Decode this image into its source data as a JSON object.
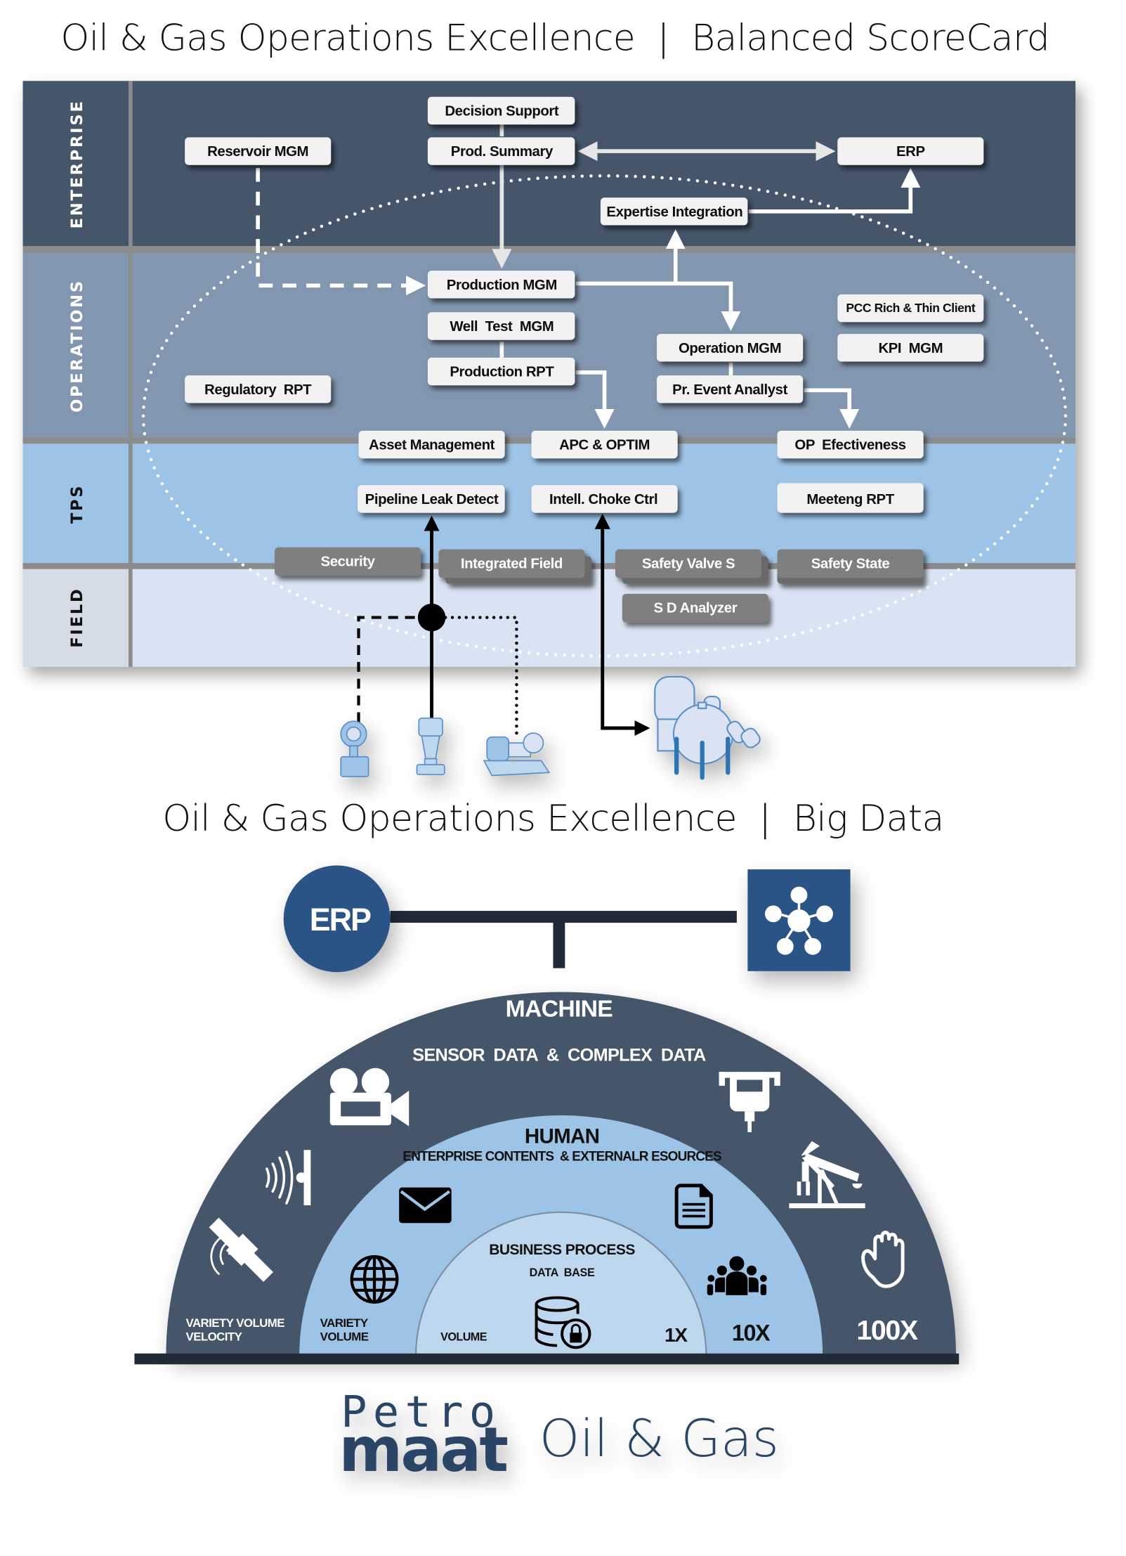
{
  "scorecard": {
    "title": "Oil & Gas Operations Excellence  |  Balanced ScoreCard",
    "colors": {
      "enterprise": "#44546b",
      "operations": "#8296b0",
      "tps": "#9dc3e6",
      "field": "#dae3f3",
      "box": "#f2f2f2",
      "grey_box": "#7f7f7f",
      "divider": "#8c8c8c"
    },
    "lanes": [
      {
        "id": "enterprise",
        "label": "ENTERPRISE",
        "label_color": "#ffffff"
      },
      {
        "id": "operations",
        "label": "OPERATIONS",
        "label_color": "#ffffff"
      },
      {
        "id": "tps",
        "label": "TPS",
        "label_color": "#111111"
      },
      {
        "id": "field",
        "label": "FIELD",
        "label_color": "#111111"
      }
    ],
    "boxes": {
      "decision_support": "Decision Support",
      "prod_summary": "Prod. Summary",
      "reservoir_mgm": "Reservoir MGM",
      "erp": "ERP",
      "expertise_integration": "Expertise Integration",
      "production_mgm": "Production MGM",
      "well_test_mgm": "Well  Test  MGM",
      "production_rpt": "Production RPT",
      "regulatory_rpt": "Regulatory  RPT",
      "operation_mgm": "Operation MGM",
      "pr_event_analyst": "Pr. Event Anallyst",
      "pcc_rich_thin_client": "PCC Rich & Thin Client",
      "kpi_mgm": "KPI  MGM",
      "asset_management": "Asset Management",
      "apc_optim": "APC & OPTIM",
      "op_effectiveness": "OP  Efectiveness",
      "pipeline_leak_detect": "Pipeline Leak Detect",
      "intell_choke_ctrl": "Intell. Choke Ctrl",
      "meeteng_rpt": "Meeteng RPT"
    },
    "grey_boxes": {
      "security": "Security",
      "integrated_field": "Integrated Field",
      "safety_valve_s": "Safety Valve S",
      "safety_state": "Safety State",
      "sd_analyzer": "S D Analyzer"
    },
    "field_devices": [
      {
        "icon": "pressure-transmitter-icon"
      },
      {
        "icon": "control-valve-icon"
      },
      {
        "icon": "pump-motor-icon"
      },
      {
        "icon": "separator-vessel-icon"
      }
    ]
  },
  "bigdata": {
    "title": "Oil & Gas Operations Excellence  |  Big Data",
    "colors": {
      "erp_circle": "#2a5286",
      "network_square": "#2a5286",
      "bar": "#222a38",
      "machine": "#44546b",
      "human": "#9dc3e6",
      "business": "#bdd7ee"
    },
    "erp_label": "ERP",
    "network_icon": "network-hub-icon",
    "machine": {
      "title": "MACHINE",
      "subtitle": "SENSOR  DATA  &  COMPLEX  DATA",
      "dims": [
        "VARIETY VOLUME",
        "VELOCITY"
      ],
      "multiplier": "100X",
      "icons": [
        "video-camera-icon",
        "signal-sensor-icon",
        "satellite-icon",
        "jackhammer-icon",
        "pumpjack-icon",
        "hand-icon"
      ]
    },
    "human": {
      "title": "HUMAN",
      "subtitle": "ENTERPRISE CONTENTS  & EXTERNALR ESOURCES",
      "dims": [
        "VARIETY",
        "VOLUME"
      ],
      "multiplier": "10X",
      "icons": [
        "envelope-icon",
        "globe-icon",
        "document-icon",
        "people-group-icon"
      ]
    },
    "business": {
      "title": "BUSINESS PROCESS",
      "subtitle": "DATA  BASE",
      "dims": [
        "VOLUME"
      ],
      "multiplier": "1X",
      "icons": [
        "secure-database-icon"
      ]
    }
  },
  "brand": {
    "petro": "Petro",
    "maat": "maat",
    "tagline": "Oil & Gas"
  }
}
